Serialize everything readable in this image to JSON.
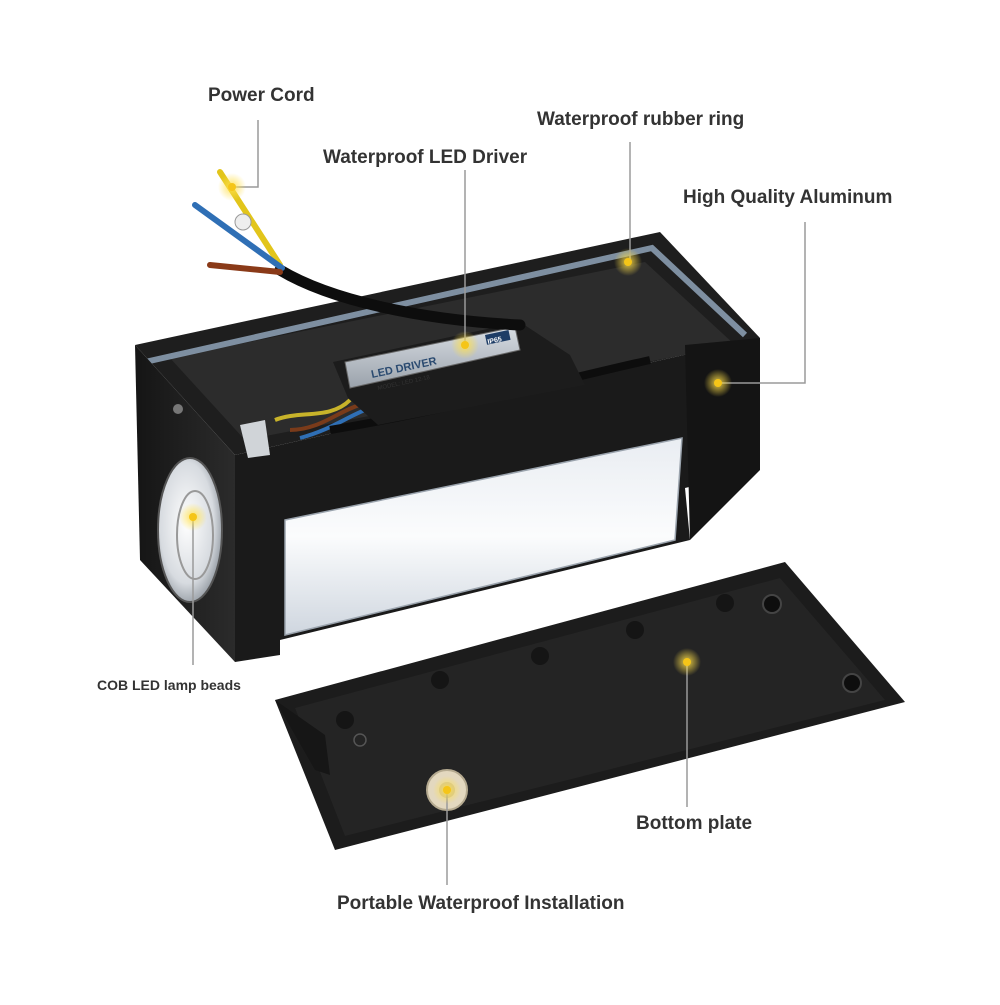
{
  "labels": {
    "power_cord": "Power Cord",
    "rubber_ring": "Waterproof rubber ring",
    "led_driver": "Waterproof LED Driver",
    "aluminum": "High Quality Aluminum",
    "cob_led": "COB LED lamp beads",
    "bottom_plate": "Bottom plate",
    "installation": "Portable Waterproof Installation"
  },
  "driver_markings": {
    "name": "LED DRIVER",
    "model": "MODEL: LED 12-18",
    "rating": "IP65"
  },
  "colors": {
    "marker": "#f5c518",
    "leader_line": "#9a9a9a",
    "housing": "#1b1b1b",
    "label_text": "#333333"
  }
}
